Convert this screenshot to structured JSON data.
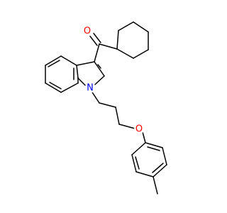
{
  "molecule": {
    "atoms": {
      "carbonyl_oxygen": {
        "symbol": "O",
        "color": "#ff0000"
      },
      "indole_nitrogen": {
        "symbol": "N",
        "color": "#0000ff"
      },
      "ether_oxygen": {
        "symbol": "O",
        "color": "#ff0000"
      }
    },
    "bond_color": "#000000"
  }
}
